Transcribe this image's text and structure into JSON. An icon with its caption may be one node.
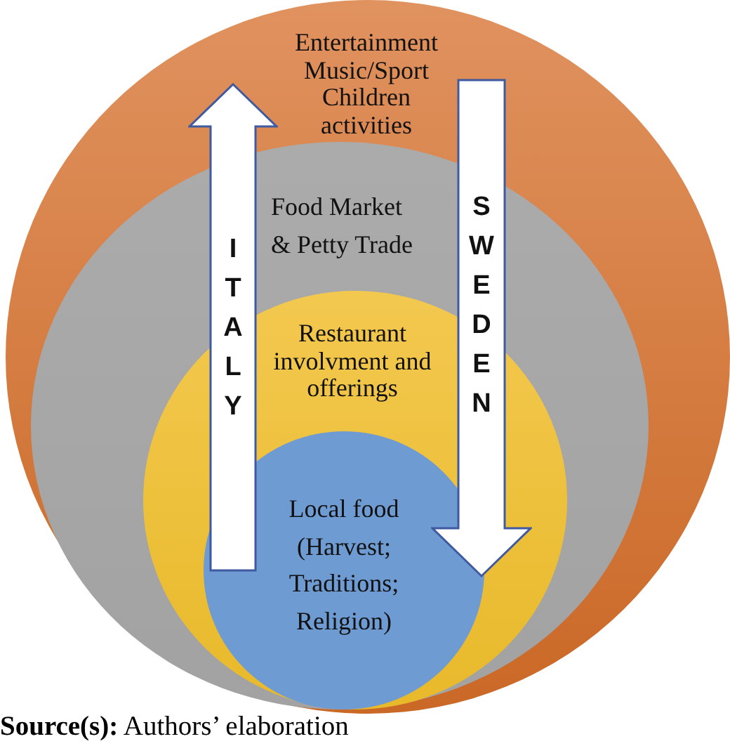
{
  "diagram": {
    "caption": "**Source(s):** Authors’ elaboration",
    "nodes": [
      {
        "text": [
          "Entertainment Music/Sport Children activities"
        ]
      },
      {
        "text": [
          "Food Market & Petty Trade"
        ],
        "in": 0
      },
      {
        "text": [
          "Restaurant involvment and offerings"
        ],
        "in": 1
      },
      {
        "text": [
          "Local food (Harvest; Traditions; Religion)"
        ],
        "in": 2
      },
      {
        "text": [
          "ITALY"
        ],
        "in": 0
      },
      {
        "text": [
          "SWEDEN"
        ],
        "in": 0
      }
    ]
  }
}
